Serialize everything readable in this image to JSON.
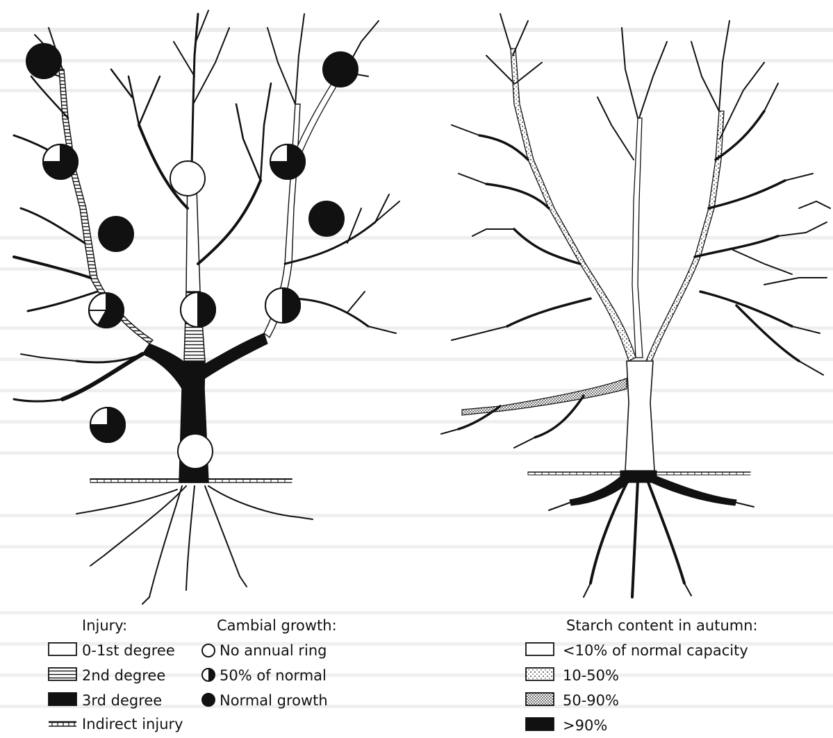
{
  "legend_injury": {
    "title": "Injury:",
    "items": [
      {
        "label": "0-1st degree"
      },
      {
        "label": "2nd degree"
      },
      {
        "label": "3rd degree"
      },
      {
        "label": "Indirect injury"
      }
    ]
  },
  "legend_cambial": {
    "title": "Cambial growth:",
    "items": [
      {
        "label": "No annual ring"
      },
      {
        "label": "50% of normal"
      },
      {
        "label": "Normal growth"
      }
    ]
  },
  "legend_starch": {
    "title": "Starch content in autumn:",
    "items": [
      {
        "label": "<10% of normal capacity"
      },
      {
        "label": "10-50%"
      },
      {
        "label": "50-90%"
      },
      {
        "label": ">90%"
      }
    ]
  },
  "colors": {
    "ink": "#111111",
    "paper": "#ffffff",
    "bleed_text": "#d9d9d9"
  }
}
